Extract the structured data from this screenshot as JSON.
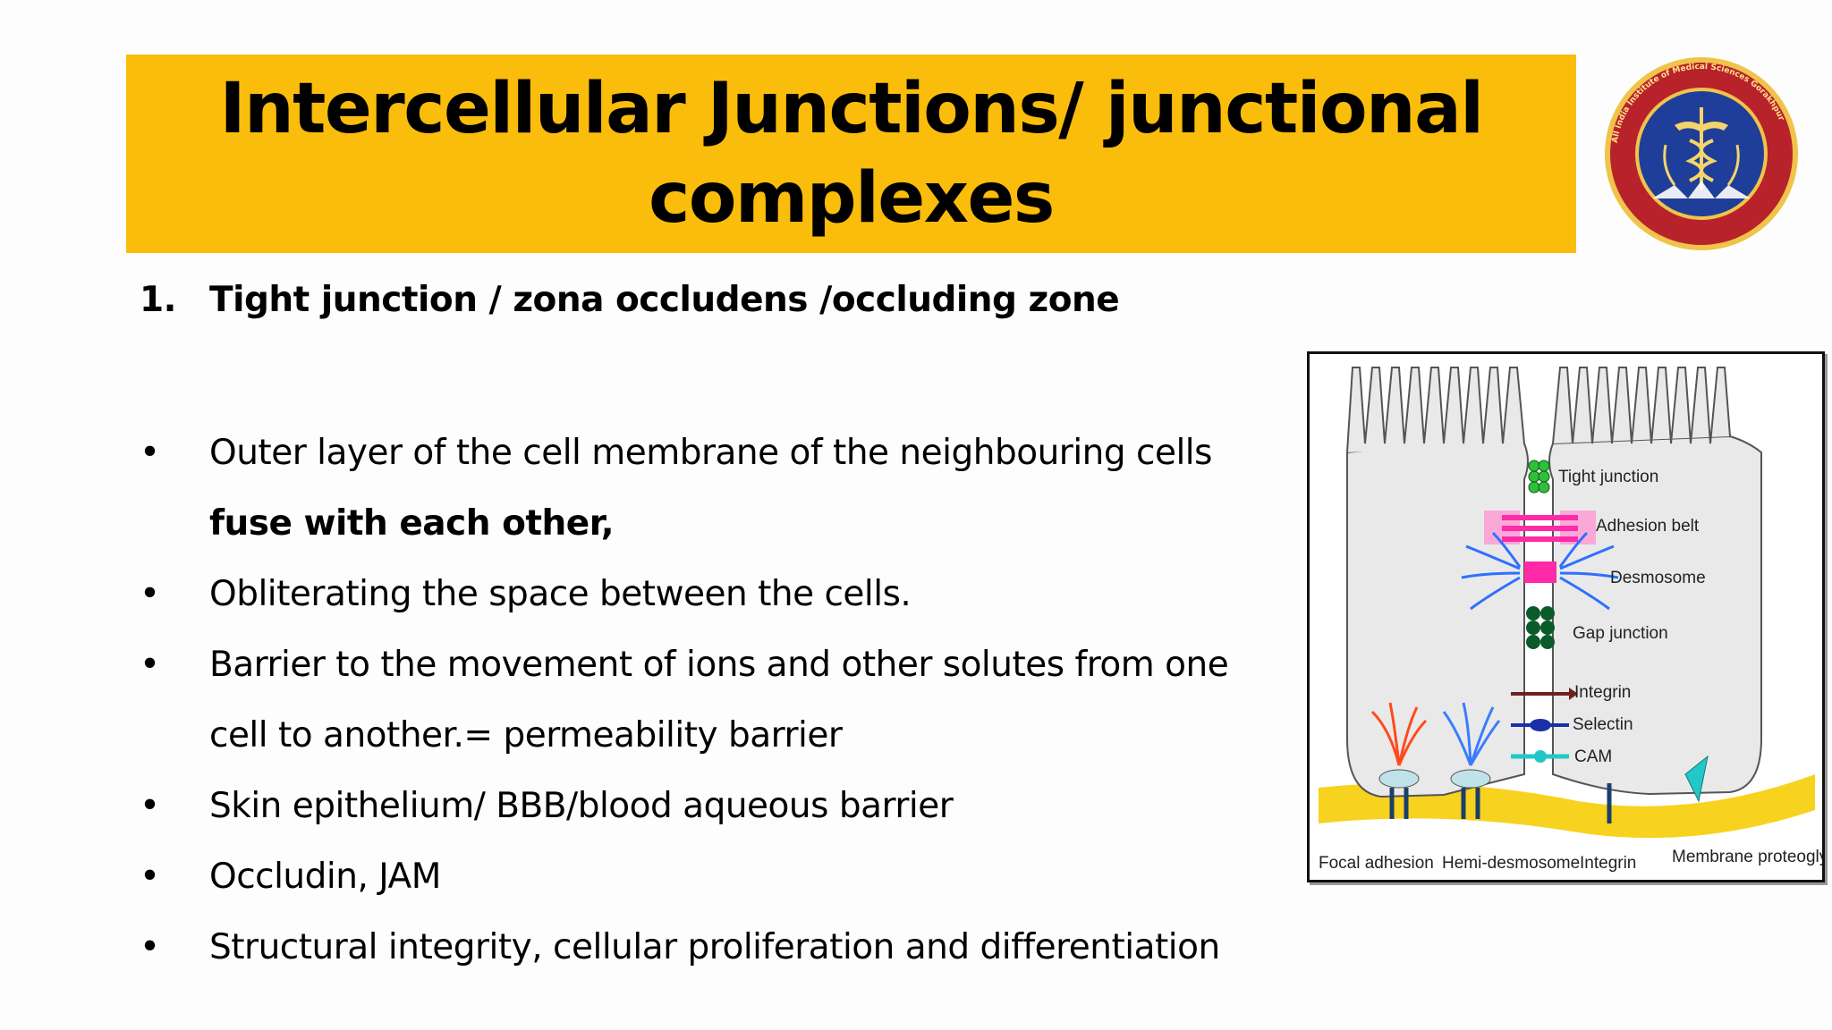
{
  "title": {
    "line1": "Intercellular Junctions/ junctional",
    "line2": "complexes"
  },
  "logo": {
    "icon": "institute-seal-icon",
    "ring_text": "All India Institute of Medical Sciences Gorakhpur"
  },
  "heading": {
    "number": "1.",
    "text": "Tight junction / zona occludens /occluding zone"
  },
  "bullets": [
    {
      "text": "Outer layer of the cell membrane of the neighbouring cells ",
      "bold": "fuse with each other,"
    },
    {
      "text": "Obliterating the space between the cells.",
      "bold": ""
    },
    {
      "text": "Barrier to the movement of ions and other solutes from one cell to another.= permeability barrier",
      "bold": ""
    },
    {
      "text": "Skin epithelium/ BBB/blood aqueous barrier",
      "bold": ""
    },
    {
      "text": "Occludin, JAM",
      "bold": ""
    },
    {
      "text": "Structural integrity, cellular proliferation and differentiation",
      "bold": ""
    }
  ],
  "bullet_symbol": "•",
  "figure": {
    "labels": {
      "tight_junction": "Tight junction",
      "adhesion_belt": "Adhesion belt",
      "desmosome": "Desmosome",
      "gap_junction": "Gap junction",
      "integrin_upper": "Integrin",
      "selectin": "Selectin",
      "cam": "CAM",
      "focal_adhesion": "Focal adhesion",
      "hemi_desmosome": "Hemi-desmosome",
      "integrin_lower": "Integrin",
      "membrane_proteoglycan": "Membrane proteoglycan"
    },
    "colors": {
      "tight": "#2fbf3a",
      "adhesion": "#ff2aa8",
      "desmosome": "#2f6fff",
      "gap": "#0b5a2a",
      "basement": "#f7d21e",
      "focal": "#ff4a1a",
      "cam": "#22c7c7"
    }
  },
  "colors": {
    "title_bg": "#fbbd0b",
    "title_text": "#000000",
    "page_bg": "#fdfdfd"
  }
}
